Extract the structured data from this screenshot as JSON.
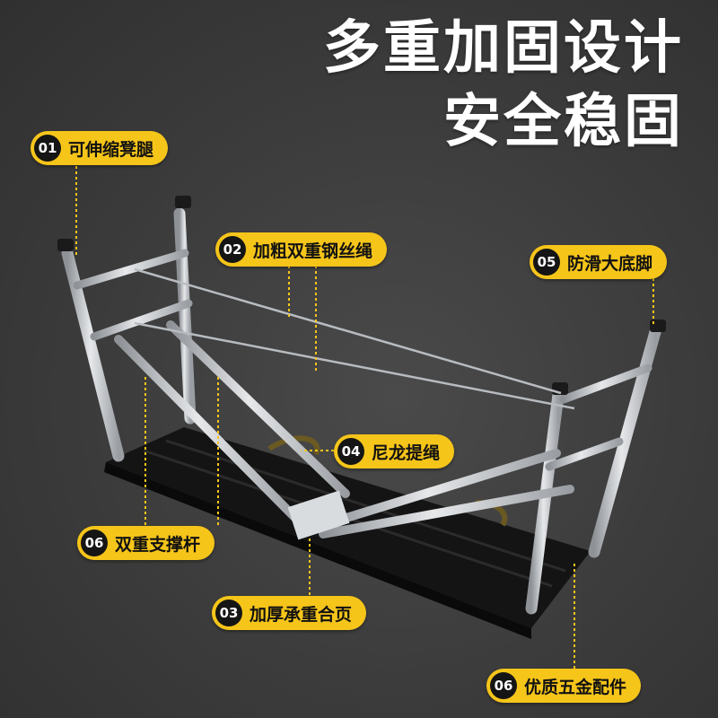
{
  "headline": {
    "line1": "多重加固设计",
    "line2": "安全稳固"
  },
  "colors": {
    "background": "#3b3b3b",
    "callout": "#f6c51a",
    "badge": "#151515",
    "leader_line": "#f6c51a",
    "frame": "#c9ccd0",
    "board": "#151515"
  },
  "callouts": [
    {
      "num": "01",
      "label": "可伸缩凳腿"
    },
    {
      "num": "02",
      "label": "加粗双重钢丝绳"
    },
    {
      "num": "05",
      "label": "防滑大底脚"
    },
    {
      "num": "04",
      "label": "尼龙提绳"
    },
    {
      "num": "06",
      "label": "双重支撑杆"
    },
    {
      "num": "03",
      "label": "加厚承重合页"
    },
    {
      "num": "06",
      "label": "优质五金配件"
    }
  ]
}
